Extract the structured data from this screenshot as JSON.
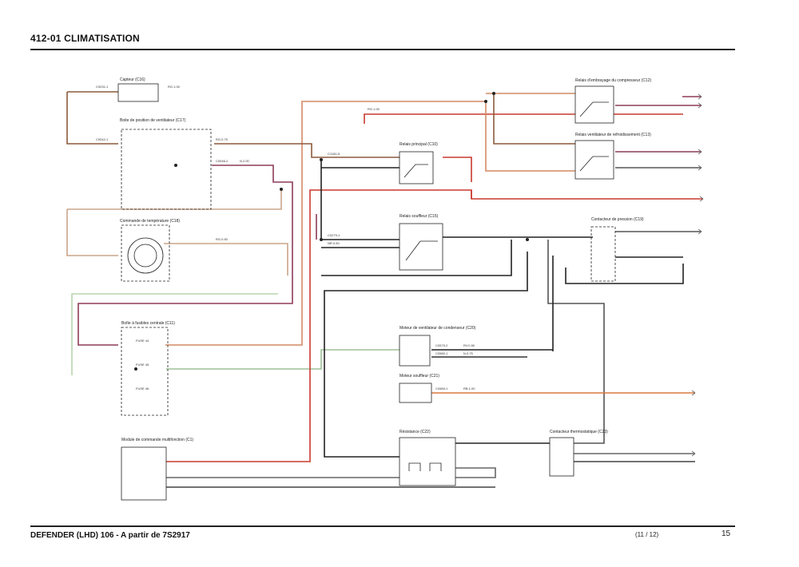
{
  "header": {
    "title": "412-01 CLIMATISATION"
  },
  "footer": {
    "vehicle": "DEFENDER (LHD) 106 - A partir de 7S2917",
    "sheet": "(11 / 12)",
    "page": "15"
  },
  "components": {
    "sensor": "Capteur (C16)",
    "blower_switch": "Boite de position de ventilateur (C17)",
    "temp_control": "Commande de température (C18)",
    "fuse_box": "Boîte à fusibles centrale (C11)",
    "multifunction_module": "Module de commande multifonction (C1)",
    "main_relay": "Relais principal (C10)",
    "compressor_relay": "Relais d'embrayage du compresseur (C12)",
    "fan_relay": "Relais ventilateur de refroidissement (C13)",
    "blower_relay": "Relais souffleur (C15)",
    "pressure_switch": "Contacteur de pression (C19)",
    "condenser_fan_motor": "Moteur de ventilateur de condenseur (C20)",
    "blower_motor": "Moteur souffleur (C21)",
    "heater_unit": "Résistance (C22)",
    "thermostat_switch": "Contacteur thermostatique (C23)"
  },
  "wire_labels": [
    "C0031-1",
    "RG.1.00",
    "C0042-1",
    "RG.0.75",
    "C0046-2",
    "N.2.00",
    "RG.0.50",
    "C1100-5",
    "RG.1.00",
    "C0279-1",
    "NR.0.50",
    "FUSE 44",
    "FUSE 45",
    "FUSE 46",
    "C0575-2",
    "RV.0.50",
    "C0580-1",
    "N.0.75",
    "C0589-1",
    "RB.1.00"
  ]
}
